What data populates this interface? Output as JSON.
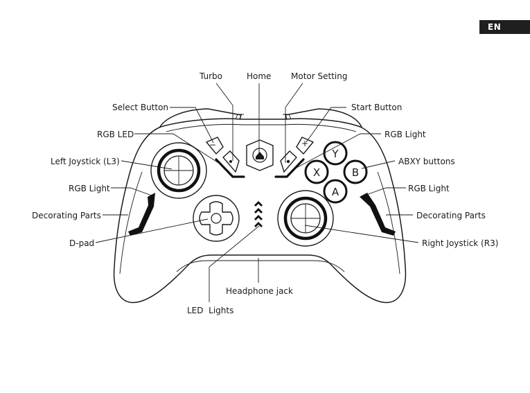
{
  "language_badge": "EN",
  "labels": {
    "turbo": "Turbo",
    "home": "Home",
    "motor_setting": "Motor Setting",
    "select_button": "Select Button",
    "start_button": "Start Button",
    "rgb_led": "RGB LED",
    "rgb_light_top_right": "RGB Light",
    "left_joystick": "Left Joystick (L3)",
    "abxy_buttons": "ABXY buttons",
    "rgb_light_left": "RGB Light",
    "rgb_light_right": "RGB Light",
    "decorating_parts_left": "Decorating Parts",
    "decorating_parts_right": "Decorating Parts",
    "dpad": "D-pad",
    "right_joystick": "Right Joystick (R3)",
    "headphone_jack": "Headphone jack",
    "led_lights": "LED  Lights"
  },
  "face_buttons": {
    "y": "Y",
    "x": "X",
    "b": "B",
    "a": "A"
  },
  "small_button_glyphs": {
    "select": "−",
    "start": "+"
  }
}
